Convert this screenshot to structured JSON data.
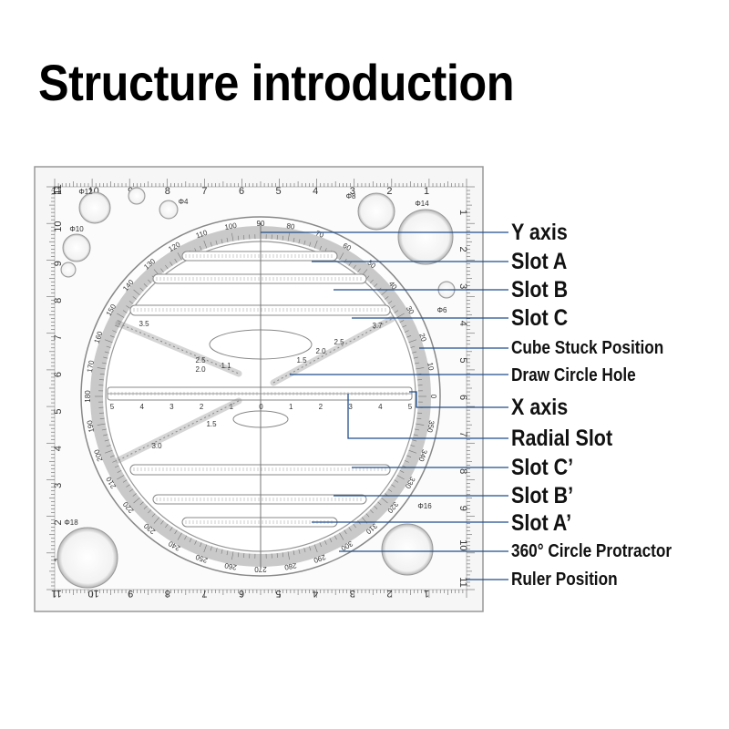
{
  "title": "Structure introduction",
  "labels": [
    "Y axis",
    "Slot A",
    "Slot B",
    "Slot C",
    "Cube Stuck Position",
    "Draw Circle Hole",
    "X axis",
    "Radial Slot",
    "Slot C’",
    "Slot B’",
    "Slot A’",
    "360° Circle Protractor",
    "Ruler Position"
  ],
  "ruler": {
    "top": [
      "11",
      "10",
      "9",
      "8",
      "7",
      "6",
      "5",
      "4",
      "3",
      "2",
      "1"
    ],
    "left": [
      "11",
      "10",
      "9",
      "8",
      "7",
      "6",
      "5",
      "4",
      "3",
      "2",
      "1"
    ],
    "right": [
      "1",
      "2",
      "3",
      "4",
      "5",
      "6",
      "7",
      "8",
      "9",
      "10",
      "11"
    ],
    "bottom": [
      "1",
      "2",
      "3",
      "4",
      "5",
      "6",
      "7",
      "8",
      "9",
      "10",
      "11"
    ]
  },
  "hole_labels": [
    "Φ12",
    "Φ10",
    "Φ4",
    "Φ8",
    "Φ14",
    "Φ6",
    "Φ16",
    "Φ18"
  ],
  "protractor_labels": [
    "0",
    "10",
    "20",
    "30",
    "40",
    "50",
    "60",
    "70",
    "80",
    "90",
    "100",
    "110",
    "120",
    "130",
    "140",
    "150",
    "160",
    "170",
    "180",
    "190",
    "200",
    "210",
    "220",
    "230",
    "240",
    "250",
    "260",
    "270",
    "280",
    "290",
    "300",
    "310",
    "320",
    "330",
    "340",
    "350"
  ],
  "x_axis_labels": [
    "5",
    "4",
    "3",
    "2",
    "1",
    "0",
    "1",
    "2",
    "3",
    "4",
    "5"
  ],
  "radial_labels": [
    "3.5",
    "3.0",
    "2.5",
    "2.0",
    "1.5",
    "1.1",
    "3.7",
    "2.5",
    "2.0",
    "1.5"
  ],
  "colors": {
    "leader": "#1f4e8c",
    "ruler_bg": "#f4f4f4",
    "ink": "#333333"
  }
}
